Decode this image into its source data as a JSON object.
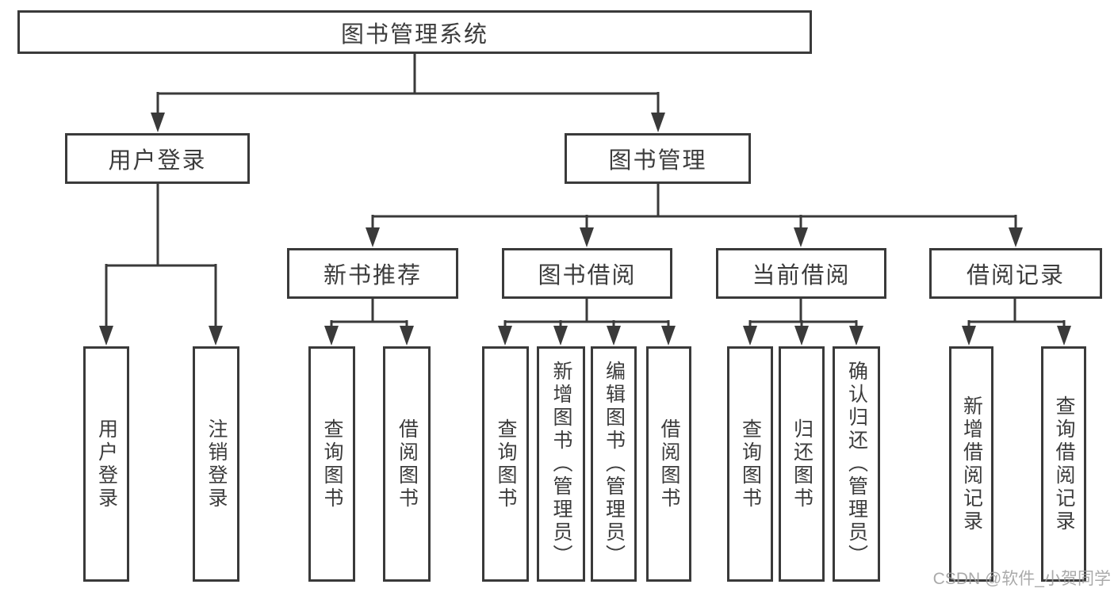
{
  "diagram": {
    "root": {
      "label": "图书管理系统"
    },
    "level2": [
      {
        "label": "用户登录"
      },
      {
        "label": "图书管理"
      }
    ],
    "level3": [
      {
        "label": "新书推荐",
        "parent": "图书管理"
      },
      {
        "label": "图书借阅",
        "parent": "图书管理"
      },
      {
        "label": "当前借阅",
        "parent": "图书管理"
      },
      {
        "label": "借阅记录",
        "parent": "图书管理"
      }
    ],
    "leaves": [
      {
        "label": "用户登录",
        "parent": "用户登录"
      },
      {
        "label": "注销登录",
        "parent": "用户登录"
      },
      {
        "label": "查询图书",
        "parent": "新书推荐"
      },
      {
        "label": "借阅图书",
        "parent": "新书推荐"
      },
      {
        "label": "查询图书",
        "parent": "图书借阅"
      },
      {
        "label": "新增图书（管理员）",
        "parent": "图书借阅"
      },
      {
        "label": "编辑图书（管理员）",
        "parent": "图书借阅"
      },
      {
        "label": "借阅图书",
        "parent": "图书借阅"
      },
      {
        "label": "查询图书",
        "parent": "当前借阅"
      },
      {
        "label": "归还图书",
        "parent": "当前借阅"
      },
      {
        "label": "确认归还（管理员）",
        "parent": "当前借阅"
      },
      {
        "label": "新增借阅记录",
        "parent": "借阅记录"
      },
      {
        "label": "查询借阅记录",
        "parent": "借阅记录"
      }
    ],
    "watermark": "CSDN @软件_小贺同学",
    "colors": {
      "line": "#3a3a3a",
      "text": "#3c3c3c",
      "watermark": "#9c9c9c",
      "background": "#ffffff"
    }
  }
}
